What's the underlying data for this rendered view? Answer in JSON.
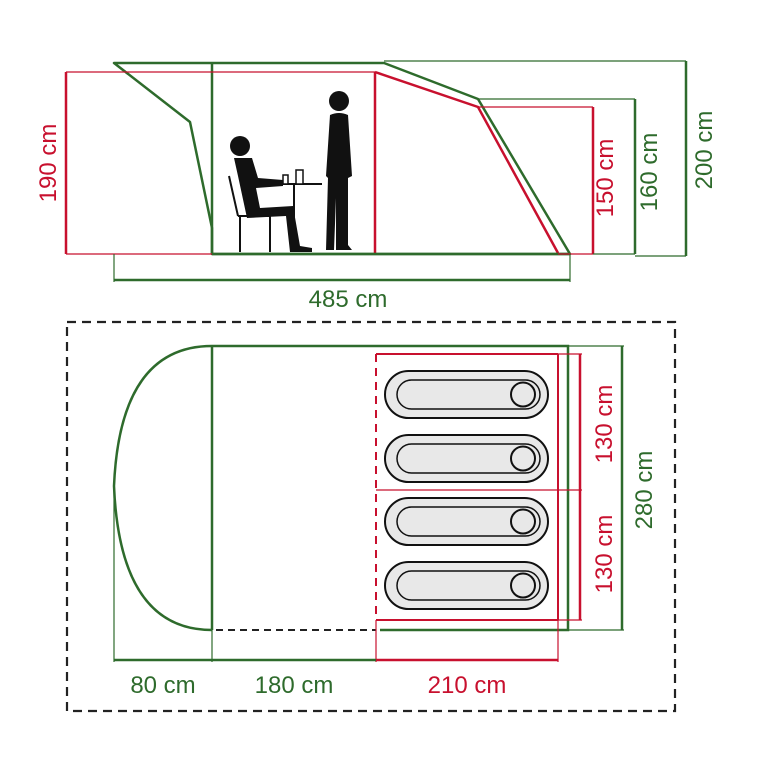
{
  "colors": {
    "green": "#2e6b2c",
    "red": "#c8102e",
    "black": "#222222",
    "sleeping_pad": "#e8e8e8"
  },
  "side_view": {
    "labels": {
      "total_length": "485 cm",
      "living_height": "190 cm",
      "bedroom_height": "150 cm",
      "rear_height": "160 cm",
      "peak_height": "200 cm"
    },
    "figures": [
      "seated-person",
      "standing-person",
      "table",
      "chair"
    ]
  },
  "floor_plan": {
    "labels": {
      "porch_length": "80 cm",
      "living_length": "180 cm",
      "bedroom_length": "210 cm",
      "bedroom_width_top": "130 cm",
      "bedroom_width_bottom": "130 cm",
      "total_width": "280 cm"
    },
    "sleeping_bags": 4
  }
}
